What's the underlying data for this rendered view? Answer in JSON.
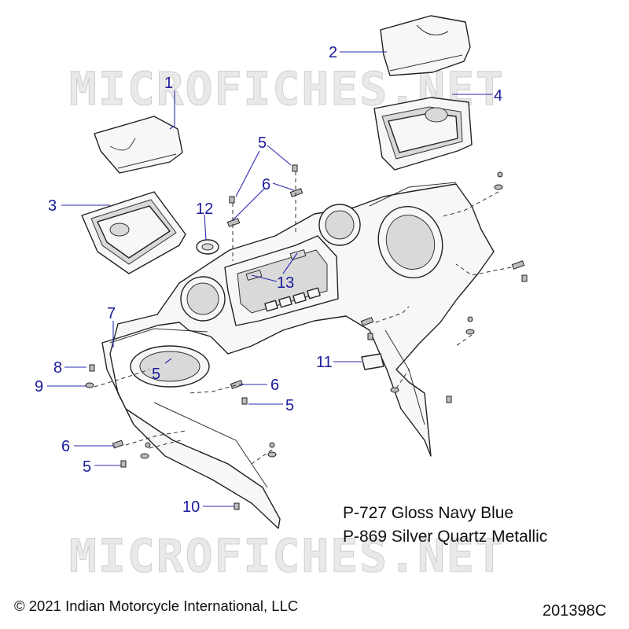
{
  "watermark": {
    "text": "MICROFICHES.NET"
  },
  "callouts": [
    {
      "id": "c1",
      "label": "1"
    },
    {
      "id": "c2",
      "label": "2"
    },
    {
      "id": "c3",
      "label": "3"
    },
    {
      "id": "c4",
      "label": "4"
    },
    {
      "id": "c5a",
      "label": "5"
    },
    {
      "id": "c6a",
      "label": "6"
    },
    {
      "id": "c12",
      "label": "12"
    },
    {
      "id": "c13",
      "label": "13"
    },
    {
      "id": "c7",
      "label": "7"
    },
    {
      "id": "c8",
      "label": "8"
    },
    {
      "id": "c9",
      "label": "9"
    },
    {
      "id": "c5b",
      "label": "5"
    },
    {
      "id": "c6b",
      "label": "6"
    },
    {
      "id": "c5c",
      "label": "5"
    },
    {
      "id": "c11",
      "label": "11"
    },
    {
      "id": "c6c",
      "label": "6"
    },
    {
      "id": "c5d",
      "label": "5"
    },
    {
      "id": "c10",
      "label": "10"
    }
  ],
  "color_notes": [
    "P-727 Gloss Navy Blue",
    "P-869 Silver Quartz Metallic"
  ],
  "copyright": "© 2021 Indian Motorcycle International, LLC",
  "figure_number": "201398C",
  "colors": {
    "callout": "#1a1a9c",
    "line": "#222222"
  }
}
